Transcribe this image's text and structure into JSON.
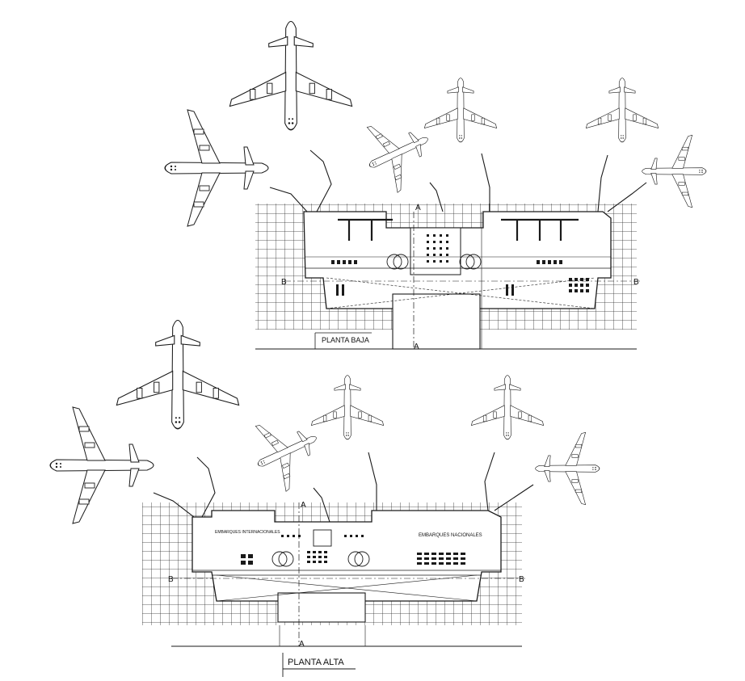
{
  "drawing": {
    "colors": {
      "ink": "#1a1a1a",
      "background": "#ffffff",
      "accent": "#c000c0"
    },
    "upper_plan": {
      "title": "PLANTA BAJA",
      "section_a": "A",
      "section_b": "B"
    },
    "lower_plan": {
      "title": "PLANTA ALTA",
      "section_a": "A",
      "section_b": "B",
      "zone_left": "EMBARQUES INTERNACIONALES",
      "zone_right": "EMBARQUES NACIONALES"
    },
    "aircraft_icon": "airplane-icon"
  }
}
